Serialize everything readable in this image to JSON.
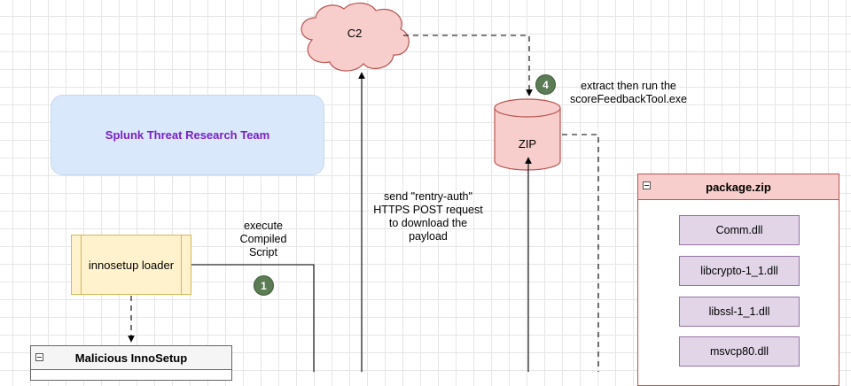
{
  "team_box": {
    "label": "Splunk Threat Research Team"
  },
  "c2": {
    "label": "C2"
  },
  "zip": {
    "label": "ZIP"
  },
  "loader": {
    "label": "innosetup loader"
  },
  "labels": {
    "execute": "execute\nCompiled\nScript",
    "send": "send \"rentry-auth\"\nHTTPS POST request\nto download the\npayload",
    "extract": "extract then run the\nscoreFeedbackTool.exe"
  },
  "badges": {
    "step1": "1",
    "step4": "4"
  },
  "package": {
    "title": "package.zip",
    "files": [
      "Comm.dll",
      "libcrypto-1_1.dll",
      "libssl-1_1.dll",
      "msvcp80.dll"
    ]
  },
  "inno": {
    "title": "Malicious InnoSetup"
  },
  "colors": {
    "cloud_fill": "#f8cecc",
    "cloud_stroke": "#b85450",
    "badge_green": "#5b7c55",
    "team_text": "#7a1fc9",
    "team_fill": "#dae8fc",
    "loader_fill": "#fff2cc",
    "dll_fill": "#e1d5e7"
  }
}
